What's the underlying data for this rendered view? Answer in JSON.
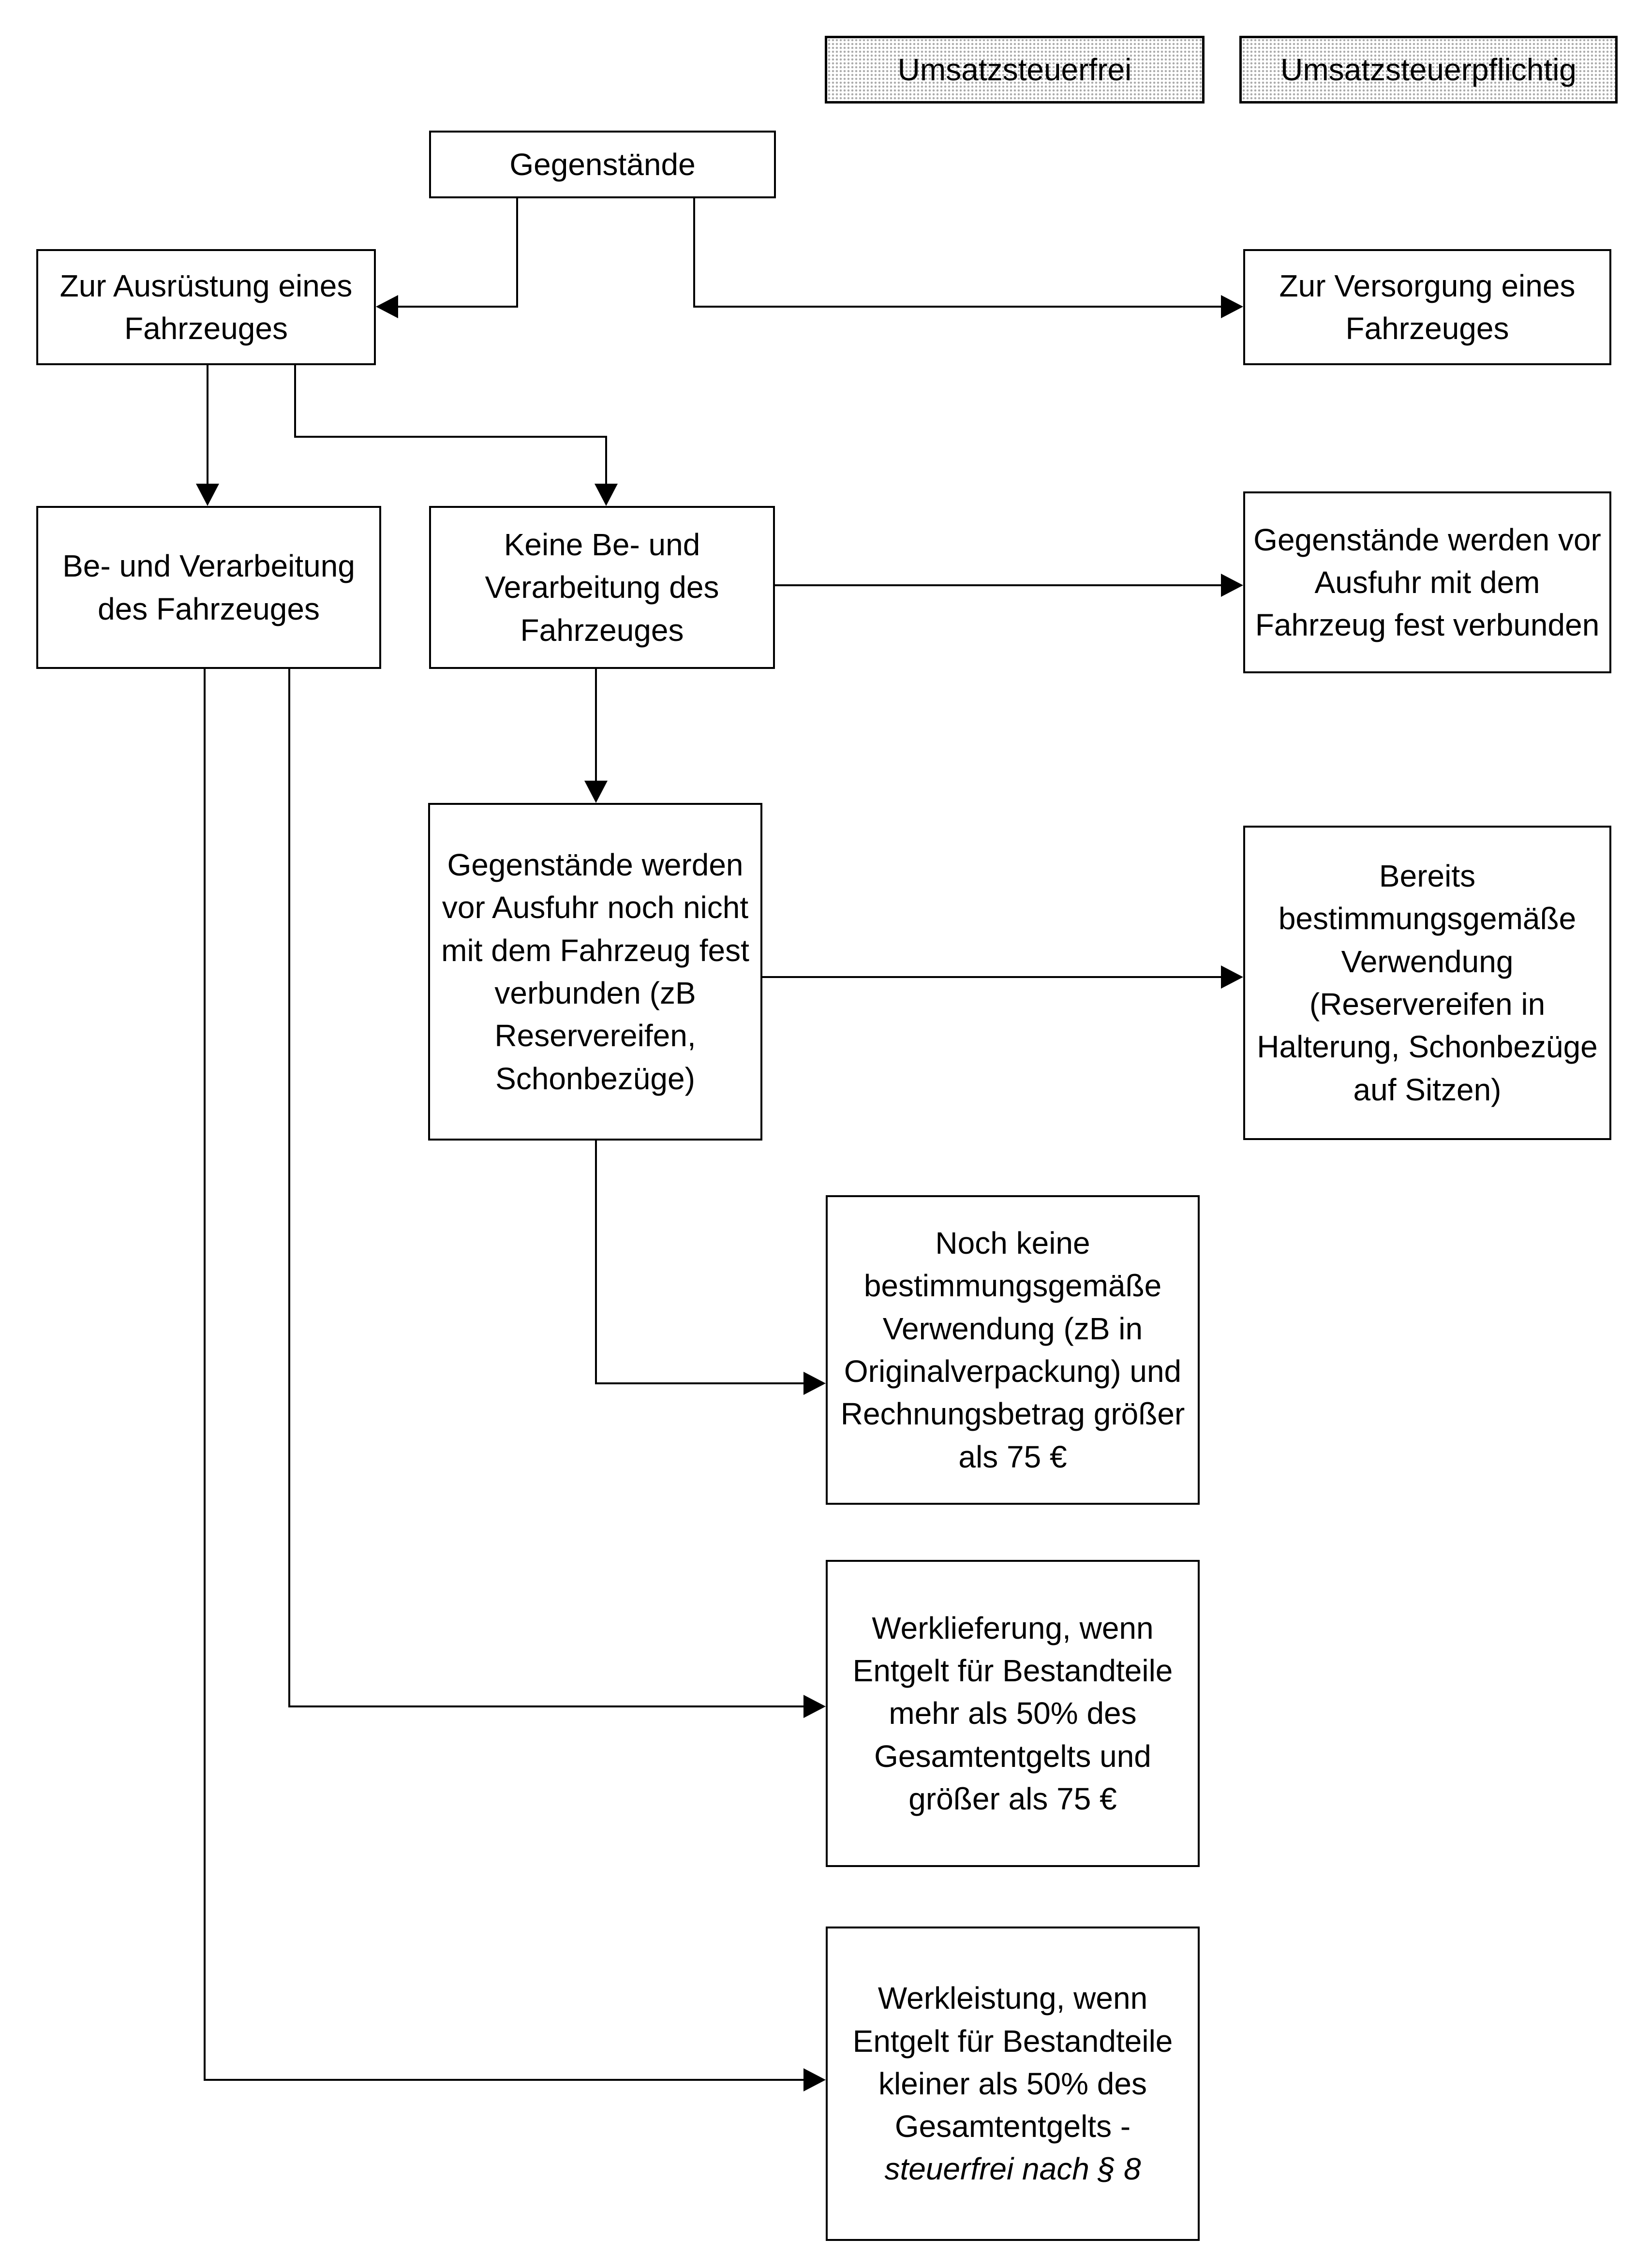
{
  "colors": {
    "background": "#ffffff",
    "line": "#000000",
    "text": "#000000",
    "header_dot_pattern": "#ababab"
  },
  "headers": {
    "frei": "Umsatzsteuerfrei",
    "pflichtig": "Umsatzsteuerpflichtig"
  },
  "nodes": {
    "gegenstaende": {
      "label": "Gegenstände"
    },
    "zur_ausruestung": {
      "label": "Zur Ausrüstung eines Fahrzeuges"
    },
    "zur_versorgung": {
      "label": "Zur Versorgung eines Fahrzeuges"
    },
    "be_und_verarbeitung": {
      "label": "Be- und Verarbeitung des Fahrzeuges"
    },
    "keine_be_und_verarbeitung": {
      "label": "Keine Be- und Verarbeitung des Fahrzeuges"
    },
    "fest_verbunden": {
      "label": "Gegenstände werden vor Ausfuhr mit dem Fahrzeug fest verbunden"
    },
    "noch_nicht_fest_verbunden": {
      "label": "Gegenstände werden vor Ausfuhr noch nicht mit dem Fahrzeug fest verbunden (zB Reservereifen, Schonbezüge)"
    },
    "bereits_verwendung": {
      "label": "Bereits bestimmungsgemäße Verwendung (Reservereifen in Halterung, Schonbezüge auf Sitzen)"
    },
    "noch_keine_verwendung": {
      "label": "Noch keine bestimmungsgemäße Verwendung (zB in Originalverpackung) und Rechnungsbetrag größer als 75 €"
    },
    "werklieferung": {
      "label": "Werklieferung, wenn Entgelt für Bestandteile mehr als 50% des Gesamtentgelts und größer als 75 €"
    },
    "werkleistung": {
      "label": "Werkleistung, wenn Entgelt für Bestandteile kleiner als 50% des Gesamtentgelts -",
      "label_italic": "steuerfrei nach § 8"
    }
  }
}
